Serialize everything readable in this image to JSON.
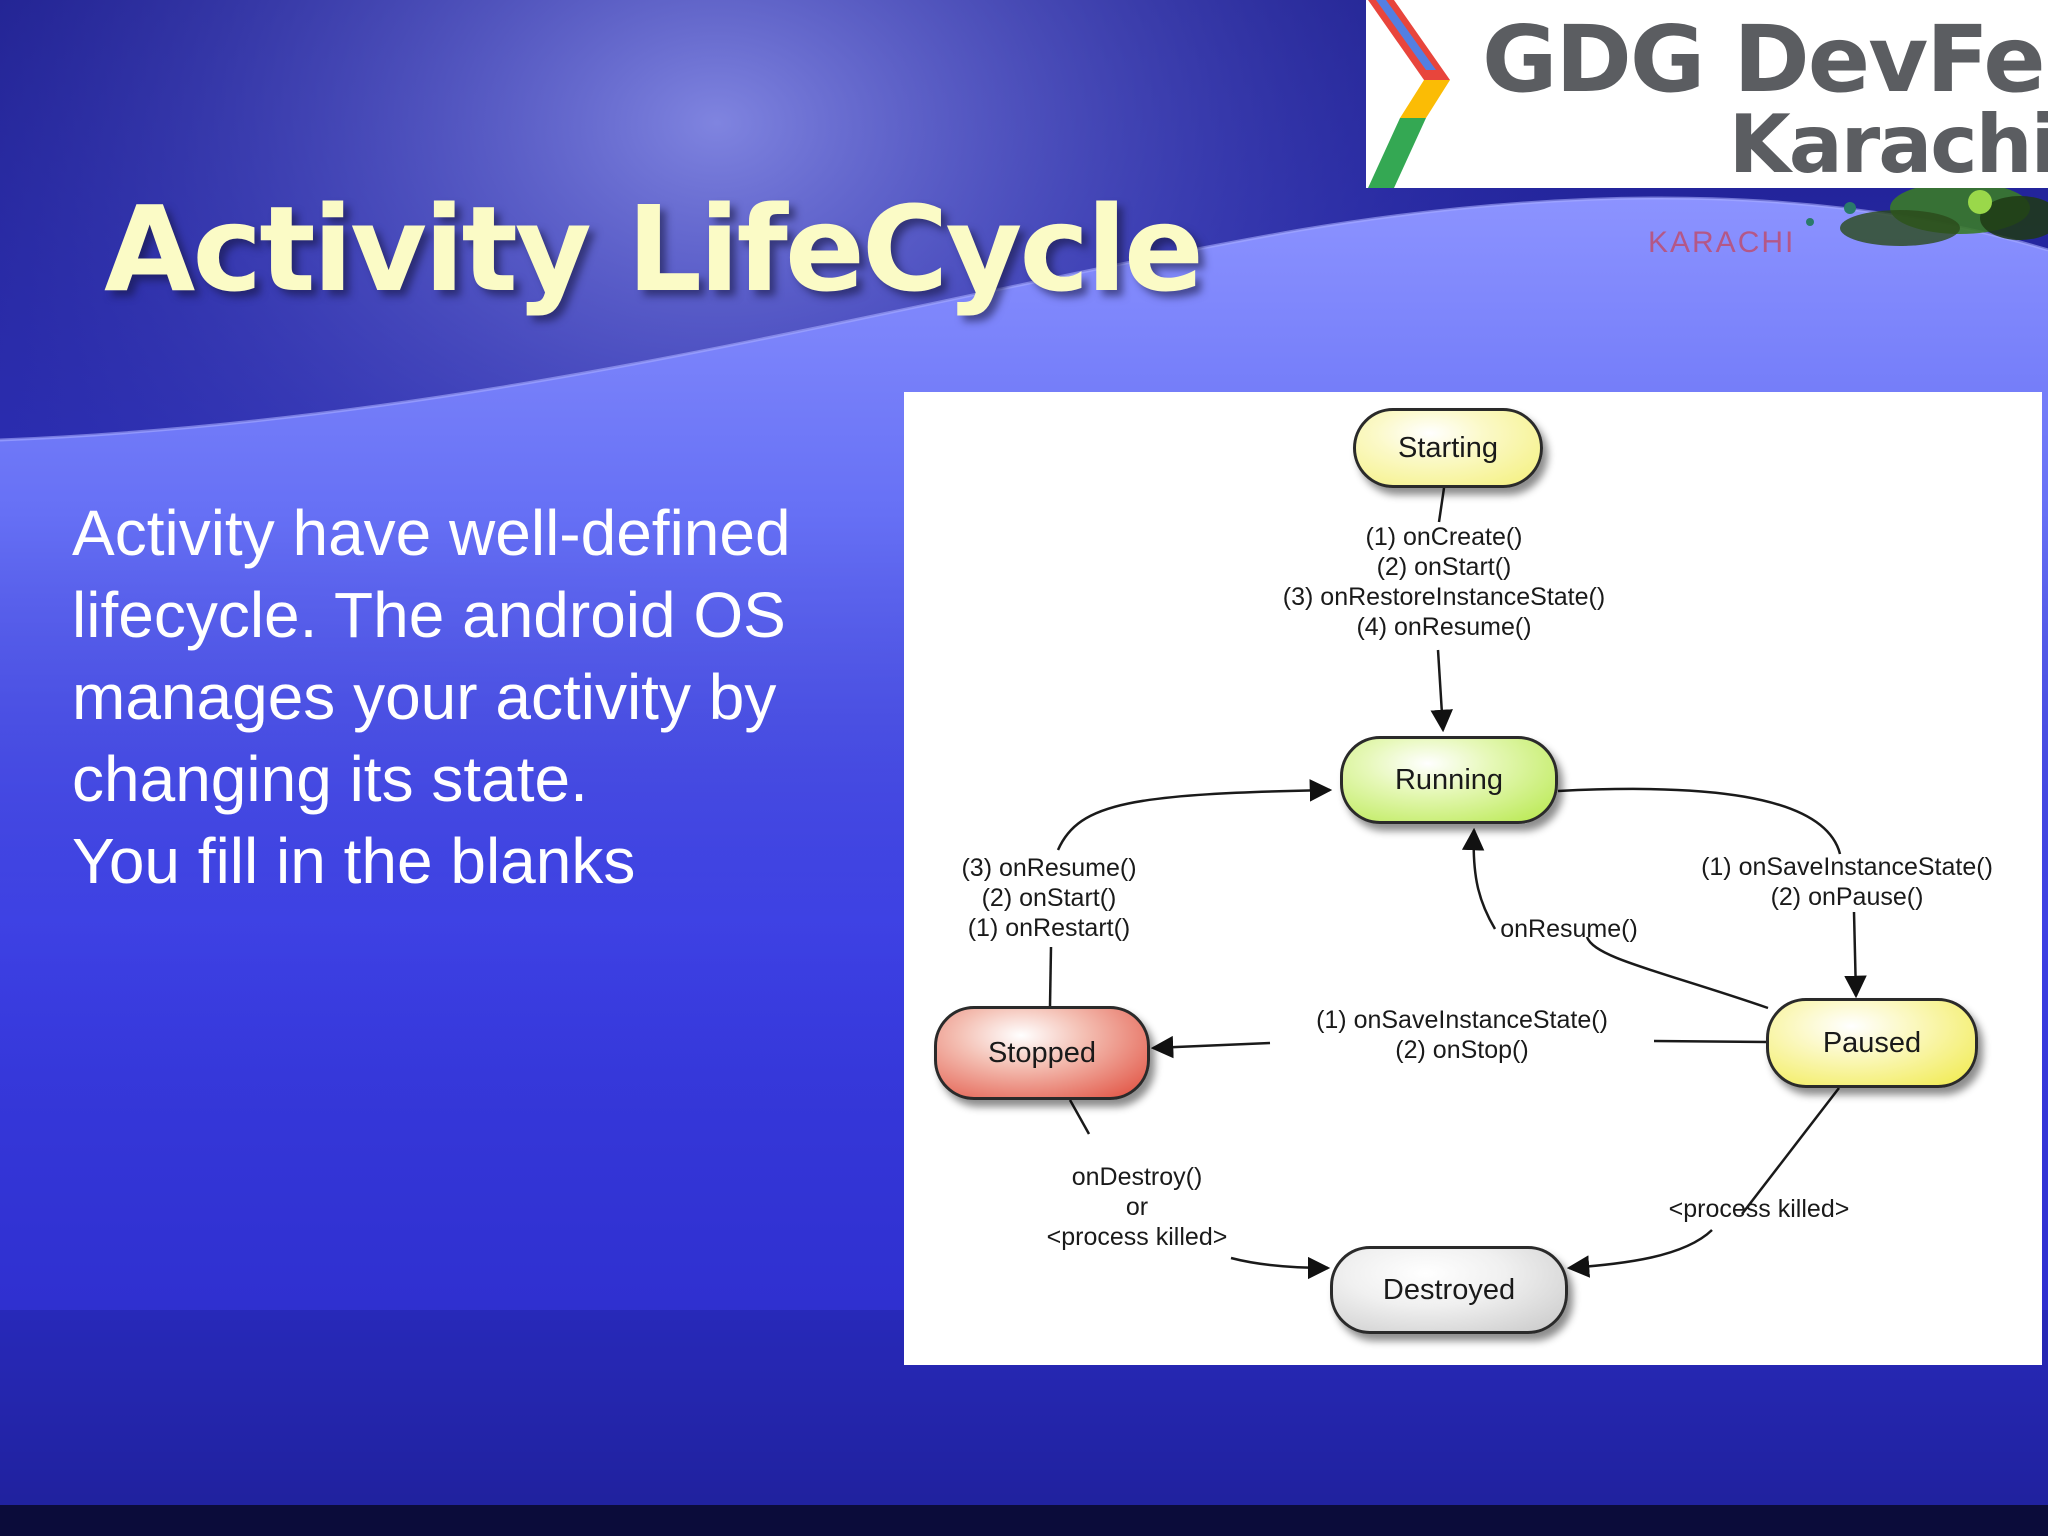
{
  "slide": {
    "title": "Activity LifeCycle",
    "body_lines": [
      "Activity have well-defined",
      "lifecycle. The android OS",
      "manages your activity by",
      "changing its state.",
      "You fill in the blanks"
    ]
  },
  "logo": {
    "main": "GDG DevFest",
    "sub": "Karachi",
    "splash_text": "KARACHI"
  },
  "diagram": {
    "states": {
      "starting": "Starting",
      "running": "Running",
      "paused": "Paused",
      "stopped": "Stopped",
      "destroyed": "Destroyed"
    },
    "transitions": {
      "starting_to_running": [
        "(1) onCreate()",
        "(2) onStart()",
        "(3) onRestoreInstanceState()",
        "(4) onResume()"
      ],
      "running_to_paused": [
        "(1) onSaveInstanceState()",
        "(2) onPause()"
      ],
      "paused_to_running": [
        "onResume()"
      ],
      "paused_to_stopped": [
        "(1) onSaveInstanceState()",
        "(2) onStop()"
      ],
      "stopped_to_running": [
        "(3) onResume()",
        "(2) onStart()",
        "(1) onRestart()"
      ],
      "stopped_to_destroyed": [
        "onDestroy()",
        "or",
        "<process killed>"
      ],
      "paused_to_destroyed": [
        "<process killed>"
      ]
    }
  },
  "colors": {
    "title": "#fbfbc6",
    "starting": "#f4f07a",
    "running": "#c8ef62",
    "paused": "#f4f060",
    "stopped": "#e86a5a",
    "destroyed": "#d8d8d8"
  }
}
